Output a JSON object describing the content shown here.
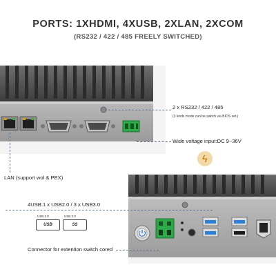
{
  "header": {
    "title": "PORTS: 1XHDMI, 4XUSB, 2XLAN, 2XCOM",
    "subtitle": "(RS232 / 422 / 485 FREELY SWITCHED)"
  },
  "callouts": {
    "com": "2 x RS232 / 422 / 485",
    "com_note": "(3 kinds mode can be switch via BIOS set.)",
    "power": "Wide voltage input:DC 9~36V",
    "lan": "LAN (support wol & PEX)",
    "usb": "4USB:1 x USB2.0 / 3 x USB3.0",
    "switch": "Connector for extention switch cored"
  },
  "usb_logos": {
    "usb2_caption": "USB 2.0",
    "usb2_text": "USB",
    "usb3_caption": "USB 3.0",
    "usb3_text": "SS"
  },
  "colors": {
    "accent_line": "#5b6f86",
    "terminal_green": "#2fa84a",
    "port_blue": "#2d7fd8",
    "power_icon": "#c77a10"
  },
  "icons": [
    "lightning-bolt-icon",
    "usb2-logo-icon",
    "usb3-logo-icon",
    "power-button-icon"
  ]
}
